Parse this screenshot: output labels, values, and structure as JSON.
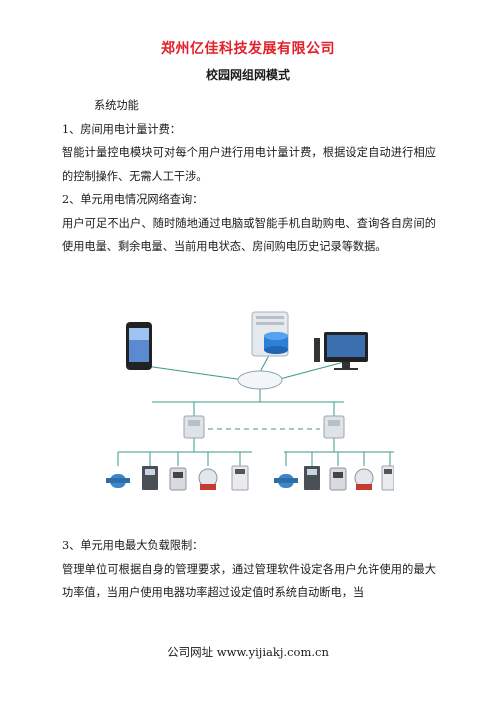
{
  "header": {
    "company": "郑州亿佳科技发展有限公司",
    "title": "校园网组网模式"
  },
  "section": {
    "heading": "系统功能",
    "items": [
      {
        "title": "1、房间用电计量计费：",
        "text": "智能计量控电模块可对每个用户进行用电计量计费，根据设定自动进行相应的控制操作、无需人工干涉。"
      },
      {
        "title": "2、单元用电情况网络查询：",
        "text": "用户可足不出户、随时随地通过电脑或智能手机自助购电、查询各自房间的使用电量、剩余电量、当前用电状态、房间购电历史记录等数据。"
      },
      {
        "title": "3、单元用电最大负载限制：",
        "text": "管理单位可根据自身的管理要求，通过管理软件设定各用户允许使用的最大功率值，当用户使用电器功率超过设定值时系统自动断电，当"
      }
    ]
  },
  "footer": {
    "text": "公司网址 www.yijiakj.com.cn"
  },
  "colors": {
    "company": "#e0202a",
    "diagram_line": "#3a9a8a",
    "server": "#2e7fd6"
  }
}
